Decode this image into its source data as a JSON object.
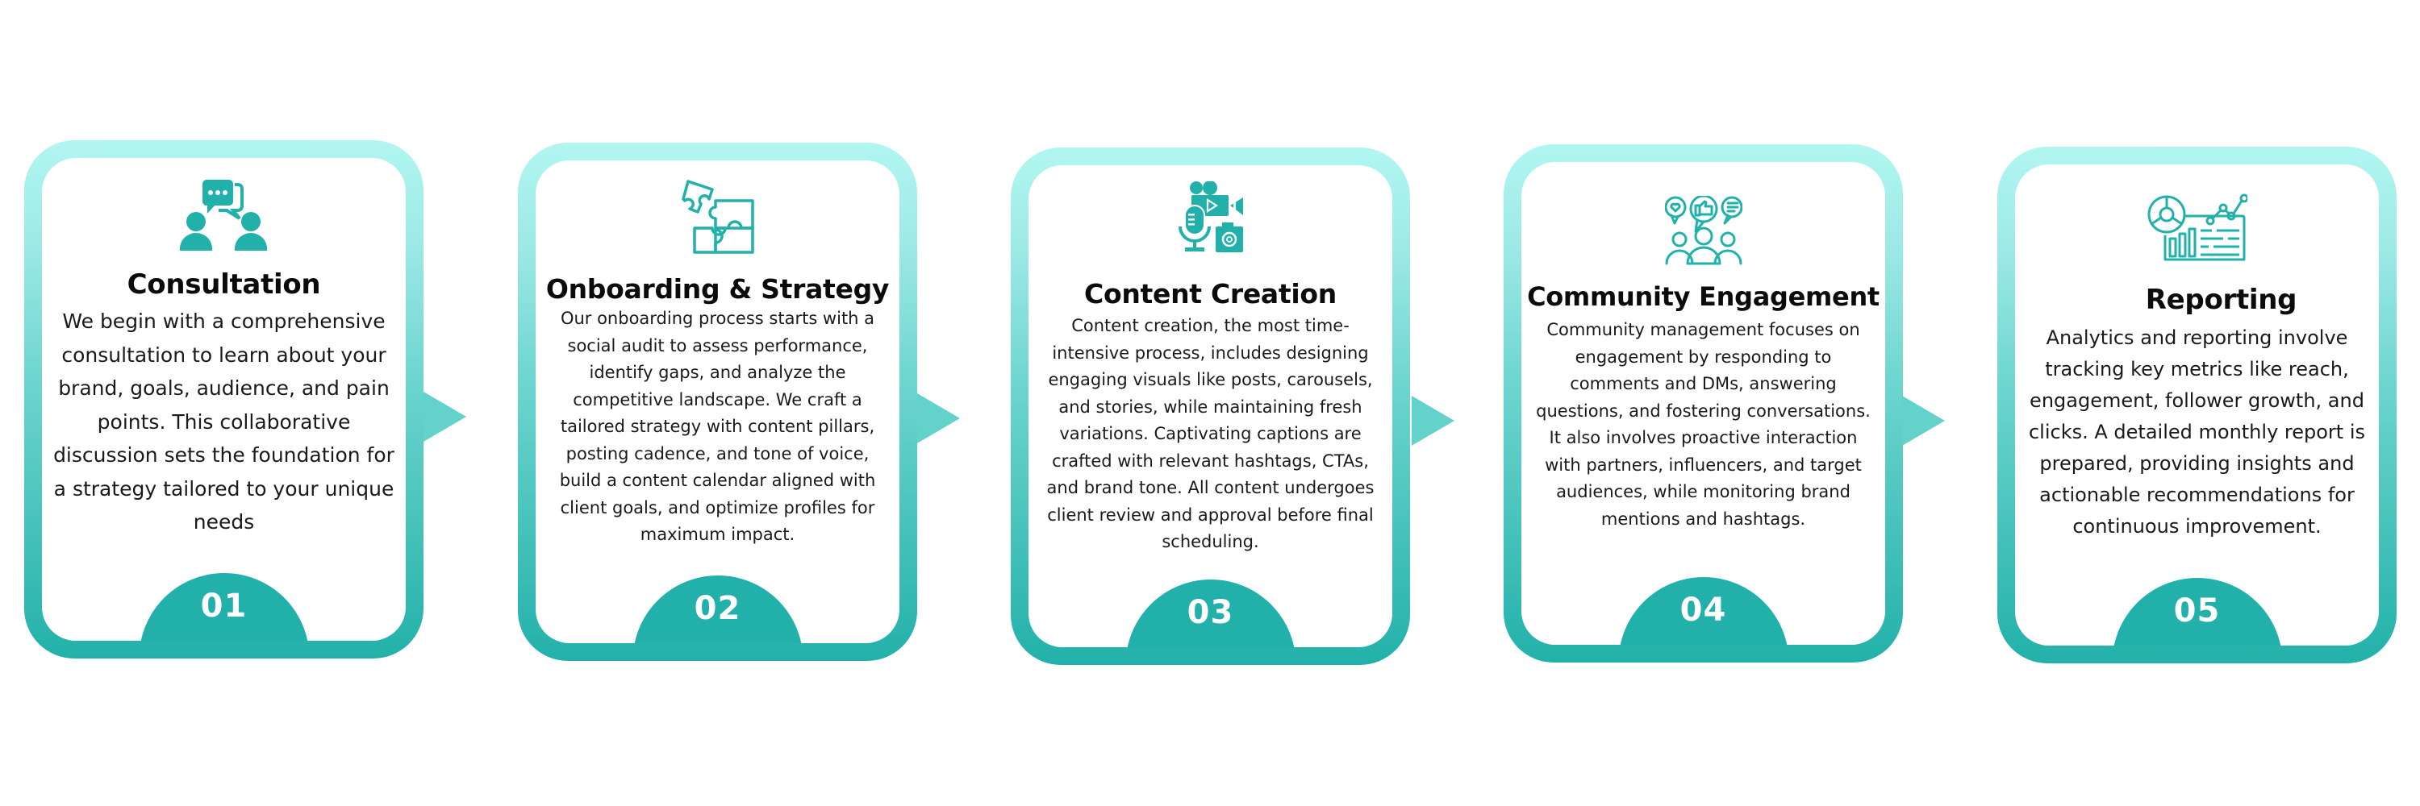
{
  "colors": {
    "accent": "#22b1aa",
    "border_top": "#b1f6f1",
    "border_bottom": "#22b1aa",
    "arrow": "#62d2ca",
    "text": "#0b0b0b"
  },
  "steps": [
    {
      "number": "01",
      "icon": "consultation-people-chat-icon",
      "title": "Consultation",
      "description": "We begin with a comprehensive consultation to learn about your brand, goals, audience, and pain points. This collaborative discussion sets the foundation for a strategy tailored to your unique needs"
    },
    {
      "number": "02",
      "icon": "puzzle-pieces-icon",
      "title": "Onboarding & Strategy",
      "description": "Our onboarding process starts with a social audit to assess performance, identify gaps, and analyze the competitive landscape. We craft a tailored strategy with content pillars, posting cadence, and tone of voice, build a content calendar aligned with client goals, and optimize profiles for maximum impact."
    },
    {
      "number": "03",
      "icon": "media-camera-mic-icon",
      "title": "Content Creation",
      "description": "Content creation, the most time-intensive process, includes designing engaging visuals like posts, carousels, and stories, while maintaining fresh variations. Captivating captions are crafted with relevant hashtags, CTAs, and brand tone. All content undergoes client review and approval before final scheduling."
    },
    {
      "number": "04",
      "icon": "community-engagement-icon",
      "title": "Community Engagement",
      "description": "Community management focuses on engagement by responding to comments and DMs, answering questions, and fostering conversations. It also involves proactive interaction with partners, influencers, and target audiences, while monitoring brand mentions and hashtags."
    },
    {
      "number": "05",
      "icon": "analytics-report-icon",
      "title": "Reporting",
      "description": "Analytics and reporting involve tracking key metrics like reach, engagement, follower growth, and clicks. A detailed monthly report is prepared, providing insights and actionable recommendations for continuous improvement."
    }
  ]
}
